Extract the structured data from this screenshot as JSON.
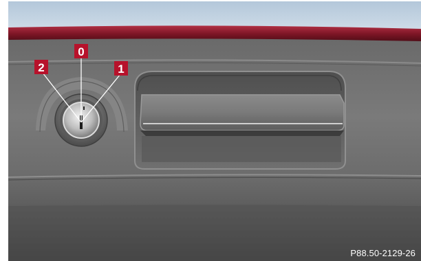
{
  "callouts": {
    "position_0": "0",
    "position_1": "1",
    "position_2": "2"
  },
  "figure_code": "P88.50-2129-26",
  "colors": {
    "callout_box": "#b7122b",
    "body_paint": "#8a1a2a",
    "panel_gray": "#6f6f6f",
    "sky": "#c3d4e2"
  }
}
